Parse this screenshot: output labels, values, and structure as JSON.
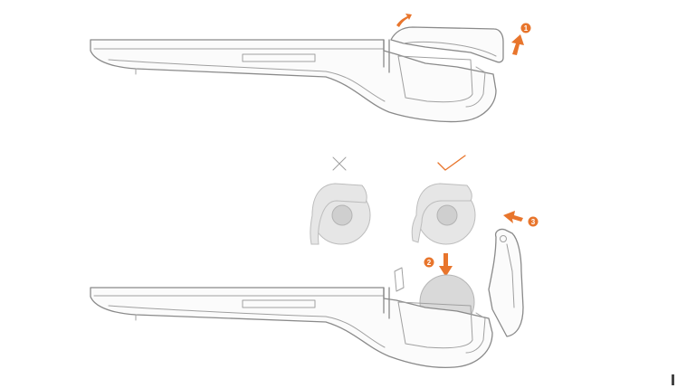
{
  "steps": [
    {
      "number": "1"
    },
    {
      "number": "2"
    },
    {
      "number": "3"
    }
  ],
  "icons": {
    "wrong": "cross-icon",
    "right": "check-icon"
  },
  "colors": {
    "accent": "#e8752c",
    "outline": "#8a8a8a",
    "roll": "#e6e6e6",
    "core": "#cfcfcf"
  }
}
